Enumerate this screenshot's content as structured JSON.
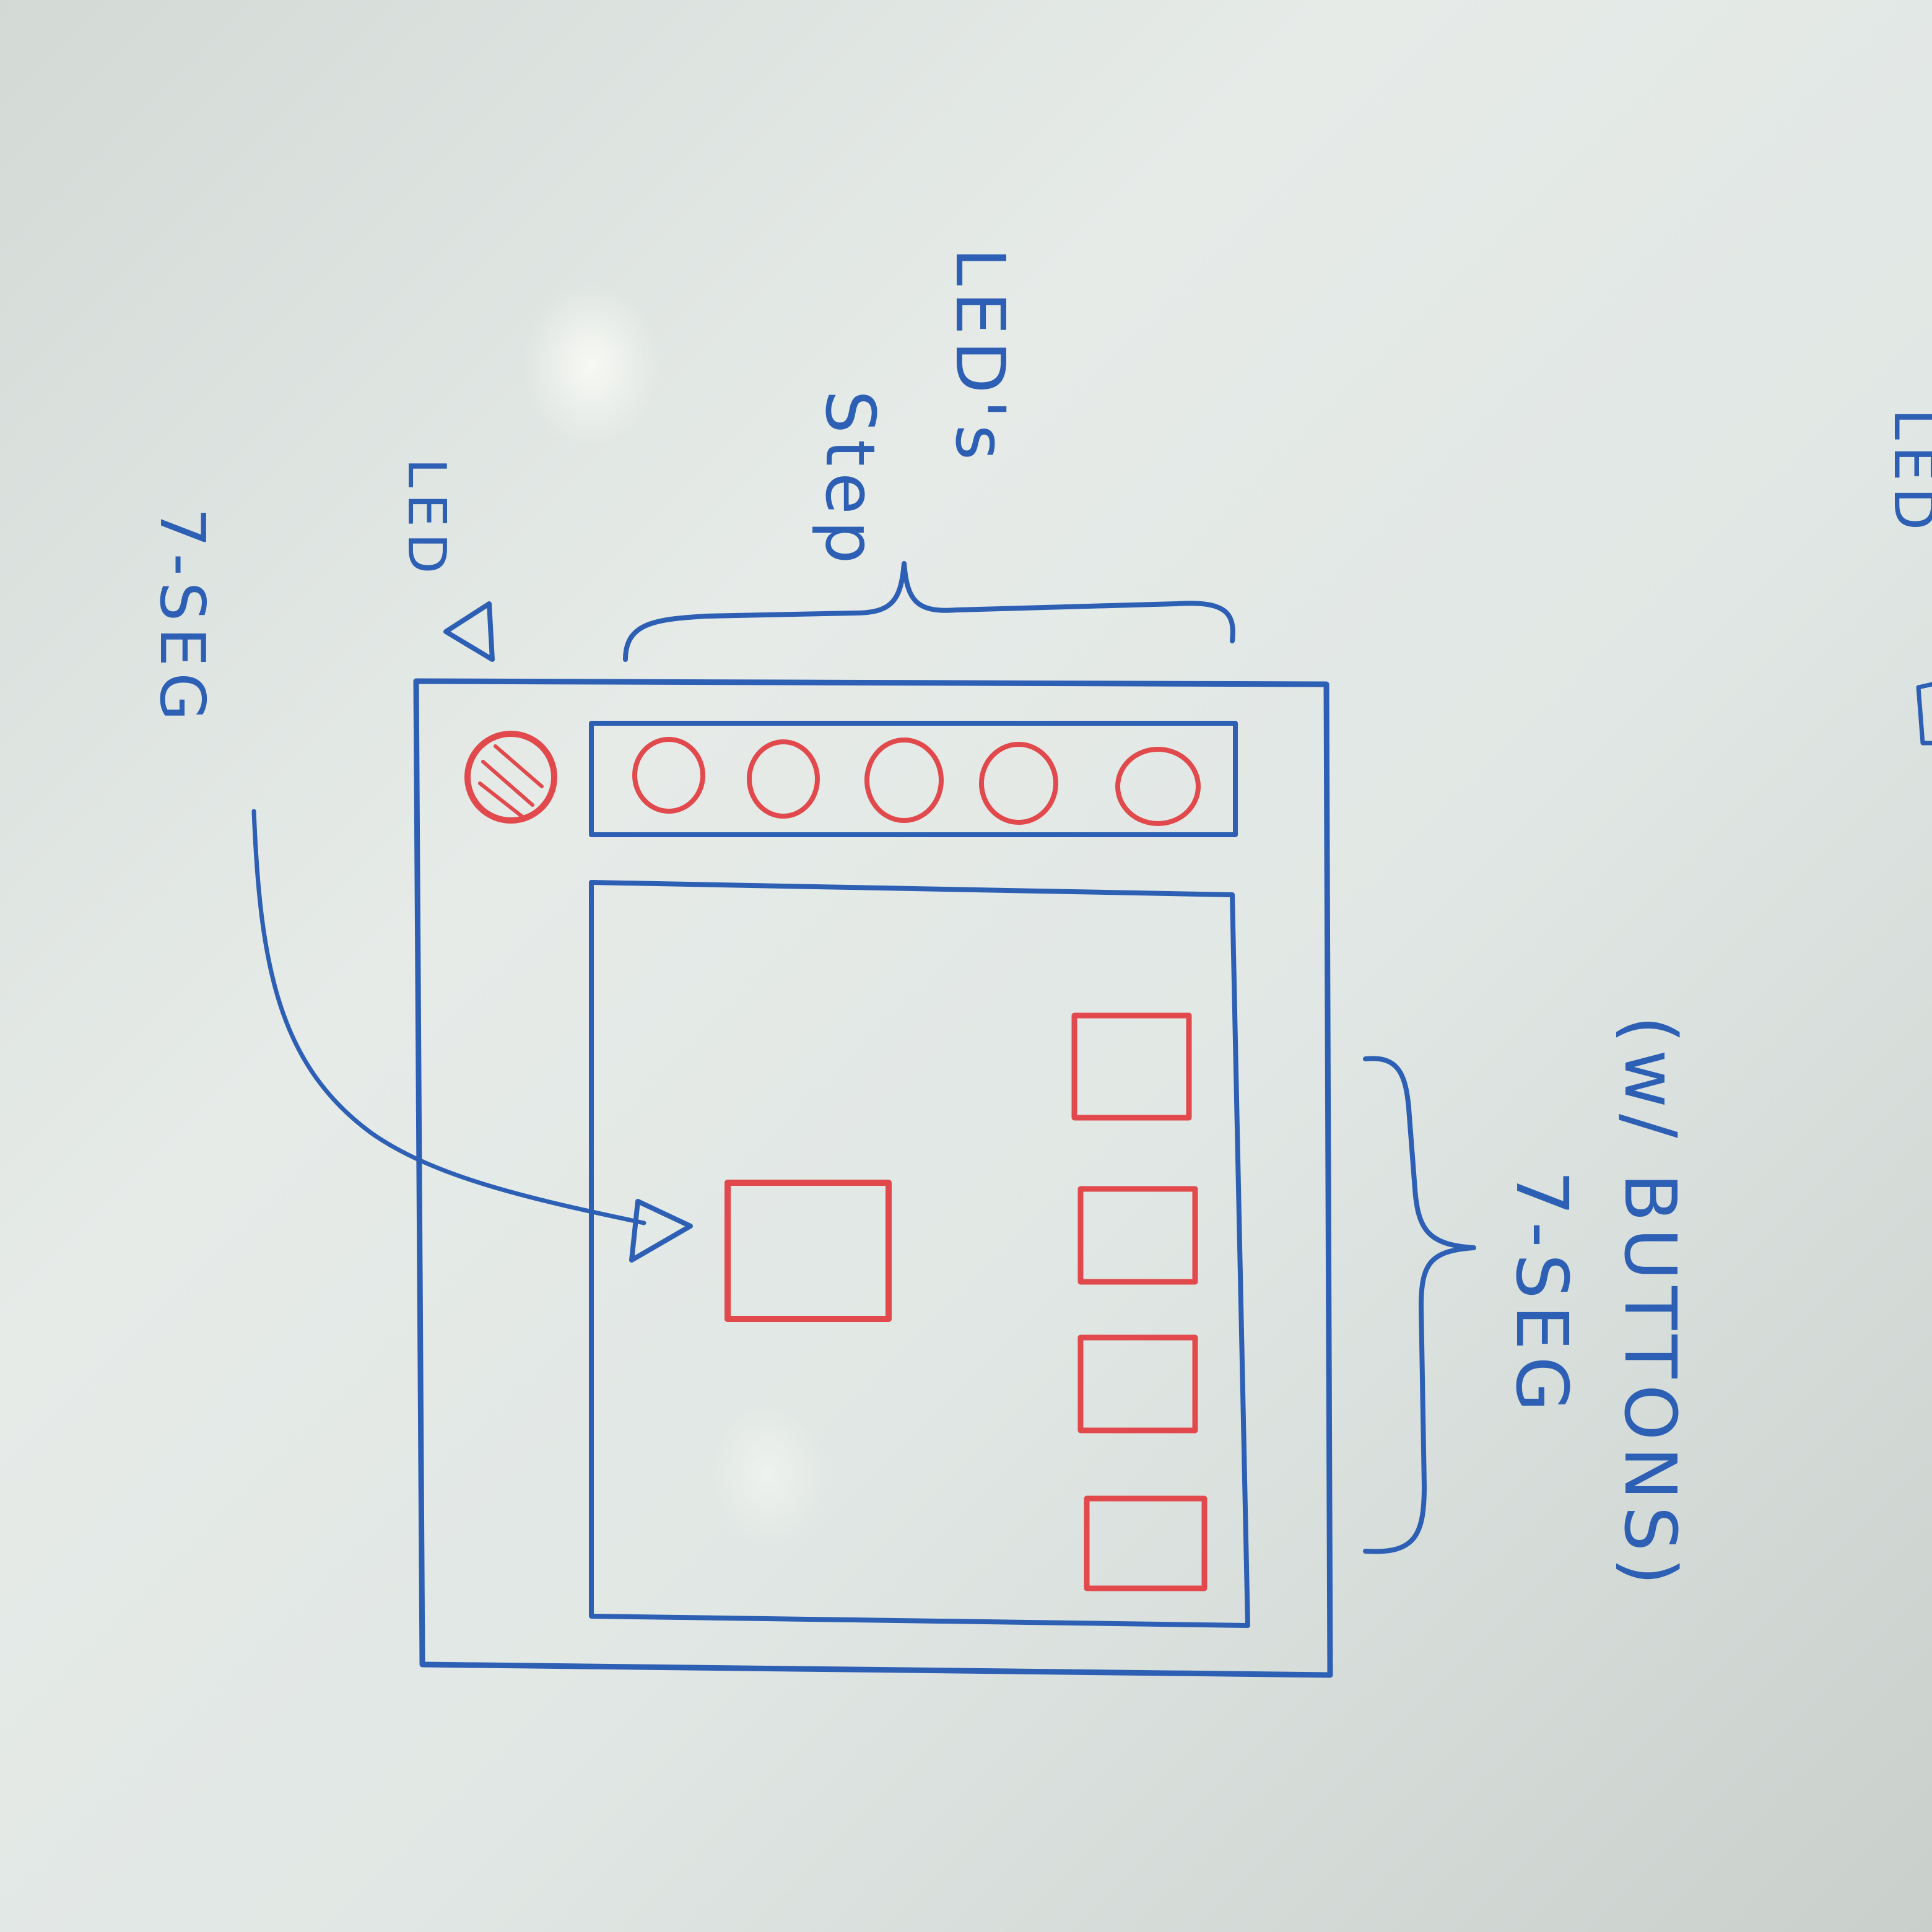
{
  "labels": {
    "seven_seg": "7-SEG",
    "led": "LED",
    "step_leds_line1": "Step",
    "step_leds_line2": "LED's",
    "seven_seg_buttons_line1": "7-SEG",
    "seven_seg_buttons_line2": "(w/ BUTTONS)",
    "edge_partial": "LED"
  },
  "device": {
    "status_led_count": 1,
    "step_led_count": 5,
    "seven_seg_display_count": 1,
    "seven_seg_button_count": 4
  },
  "colors": {
    "marker_blue": "#2d5fb5",
    "marker_red": "#e2494c",
    "whiteboard": "#e1e7e4"
  }
}
